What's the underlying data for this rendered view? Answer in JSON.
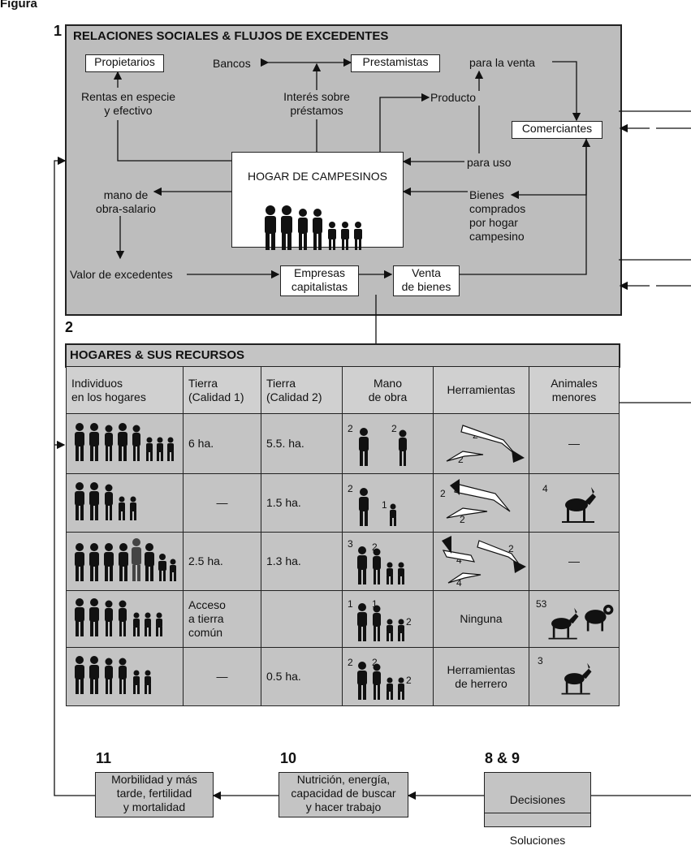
{
  "figure_label": "Figura",
  "section1": {
    "number": "1",
    "title": "RELACIONES SOCIALES & FLUJOS DE EXCEDENTES",
    "propietarios": "Propietarios",
    "bancos": "Bancos",
    "prestamistas": "Prestamistas",
    "para_la_venta": "para la venta",
    "rentas": "Rentas en especie\ny efectivo",
    "interes": "Interés sobre\npréstamos",
    "producto": "Producto",
    "comerciantes": "Comerciantes",
    "hogar": "HOGAR DE CAMPESINOS",
    "para_uso": "para uso",
    "mano_obra": "mano de\nobra-salario",
    "bienes": "Bienes\ncomprados\npor hogar\ncampesino",
    "valor": "Valor de excedentes",
    "empresas": "Empresas\ncapitalistas",
    "venta": "Venta\nde bienes"
  },
  "section2": {
    "number": "2",
    "title": "HOGARES & SUS RECURSOS",
    "headers": [
      "Individuos\nen los hogares",
      "Tierra\n(Calidad 1)",
      "Tierra\n(Calidad 2)",
      "Mano\nde obra",
      "Herramientas",
      "Animales\nmenores"
    ],
    "rows": [
      {
        "tierra1": "6 ha.",
        "tierra2": "5.5. ha.",
        "mano_nums": [
          "2",
          "2"
        ],
        "herr_text": "",
        "herr_nums": [
          "2",
          "2"
        ],
        "animales_num": "—"
      },
      {
        "tierra1": "—",
        "tierra2": "1.5 ha.",
        "mano_nums": [
          "2",
          "1"
        ],
        "herr_text": "",
        "herr_nums": [
          "2",
          "2"
        ],
        "animales_num": "4"
      },
      {
        "tierra1": "2.5 ha.",
        "tierra2": "1.3 ha.",
        "mano_nums": [
          "3",
          "2"
        ],
        "herr_text": "",
        "herr_nums": [
          "4",
          "2",
          "4"
        ],
        "animales_num": "—"
      },
      {
        "tierra1": "Acceso\na tierra\ncomún",
        "tierra2": "",
        "mano_nums": [
          "1",
          "1",
          "2"
        ],
        "herr_text": "Ninguna",
        "herr_nums": [],
        "animales_num": "53"
      },
      {
        "tierra1": "—",
        "tierra2": "0.5 ha.",
        "mano_nums": [
          "2",
          "2",
          "2"
        ],
        "herr_text": "Herramientas\nde herrero",
        "herr_nums": [],
        "animales_num": "3"
      }
    ]
  },
  "bottom": {
    "n11": "11",
    "box11": "Morbilidad y más\ntarde, fertilidad\ny mortalidad",
    "n10": "10",
    "box10": "Nutrición, energía,\ncapacidad de buscar\ny hacer trabajo",
    "n89": "8 & 9",
    "decisiones": "Decisiones",
    "soluciones": "Soluciones"
  },
  "icons": [
    "person-icon",
    "farm-tool-icon",
    "goat-icon",
    "ram-icon"
  ],
  "colors": {
    "panel": "#bdbdbd",
    "line": "#222222",
    "box": "#ffffff"
  }
}
